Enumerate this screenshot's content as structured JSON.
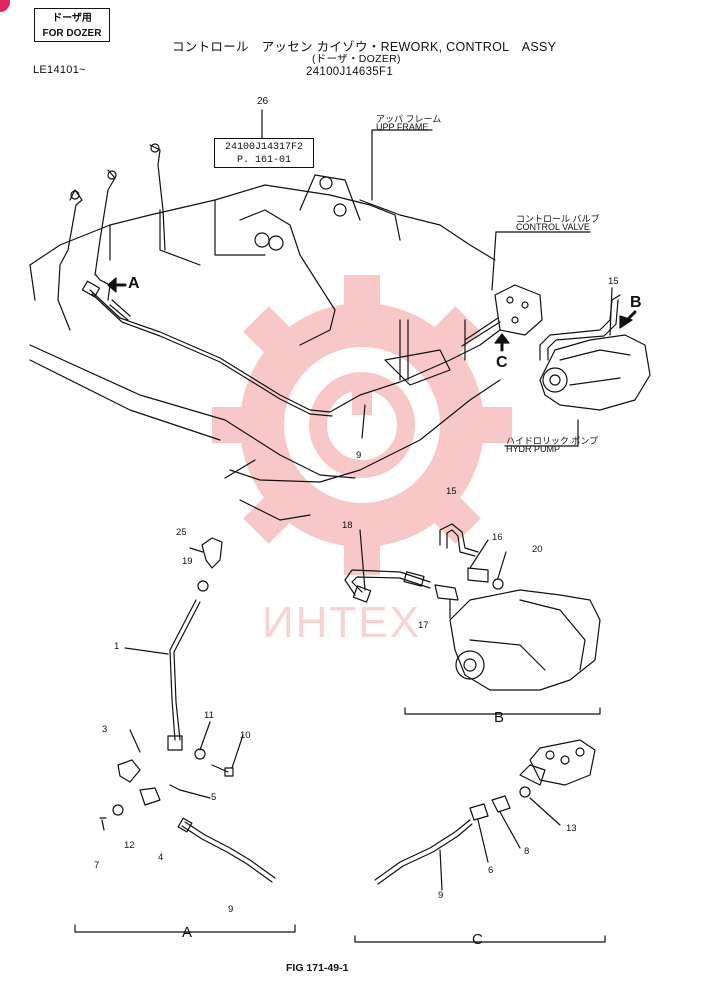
{
  "header": {
    "stamp_line1": "ドーザ用",
    "stamp_line2": "FOR DOZER",
    "serial": "LE14101~",
    "title_line1": "コントロール　アッセン カイゾウ・REWORK, CONTROL　ASSY",
    "title_line2": "(ドーザ・DOZER)",
    "title_line3": "24100J14635F1"
  },
  "reference": {
    "item": "26",
    "part_no": "24100J14317F2",
    "page": "P. 161-01"
  },
  "callouts": {
    "upp_frame_jp": "アッパ フレーム",
    "upp_frame_en": "UPP FRAME",
    "control_valve_jp": "コントロール バルブ",
    "control_valve_en": "CONTROL VALVE",
    "hydr_pump_jp": "ハイドロリック ポンプ",
    "hydr_pump_en": "HYDR PUMP"
  },
  "view_letters": {
    "a": "A",
    "b": "B",
    "c": "C"
  },
  "part_numbers": {
    "p15_top": "15",
    "p9_top": "9",
    "p15_b": "15",
    "p16": "16",
    "p18": "18",
    "p20": "20",
    "p17": "17",
    "p25": "25",
    "p19": "19",
    "p1": "1",
    "p3": "3",
    "p11": "11",
    "p10": "10",
    "p5": "5",
    "p7": "7",
    "p12": "12",
    "p4": "4",
    "p9_a": "9",
    "p13": "13",
    "p8": "8",
    "p6": "6",
    "p9_c": "9"
  },
  "sections": {
    "a": "A",
    "b": "B",
    "c": "C"
  },
  "watermark": "ИНТЕХ",
  "figure": "FIG 171-49-1",
  "colors": {
    "ink": "#111111",
    "watermark": "#e83d3d",
    "badge": "#e0245e"
  }
}
